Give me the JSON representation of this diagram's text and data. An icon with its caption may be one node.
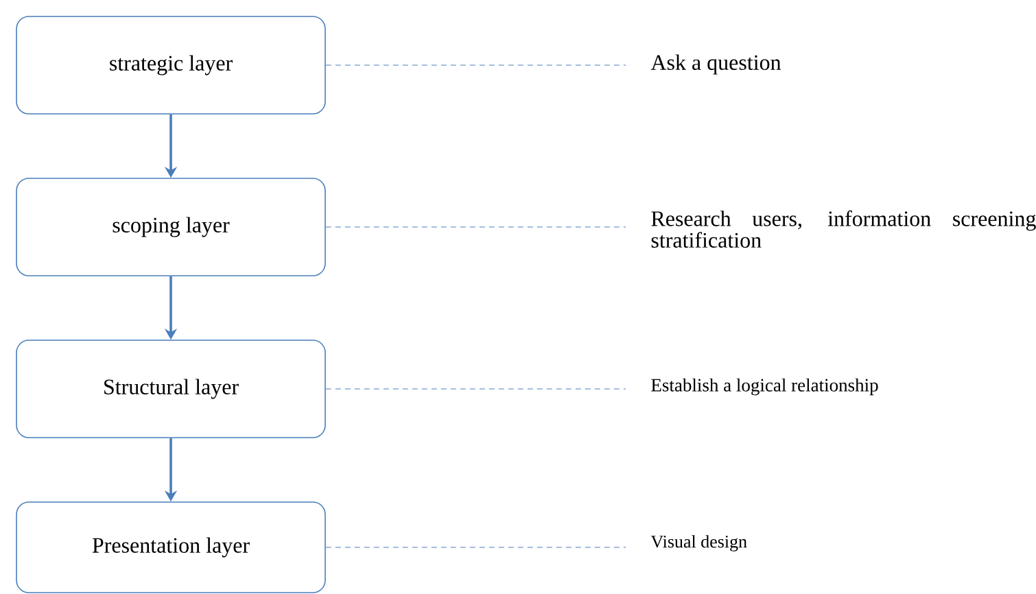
{
  "diagram": {
    "nodes": [
      {
        "text": [
          "strategic layer"
        ]
      },
      {
        "text": [
          "scoping layer"
        ]
      },
      {
        "text": [
          "Structural layer"
        ]
      },
      {
        "text": [
          "Presentation layer"
        ]
      },
      {
        "text": [
          "Ask a question"
        ]
      },
      {
        "text": [
          "Research users, information screening stratification"
        ]
      },
      {
        "text": [
          "Establish a logical relationship"
        ]
      },
      {
        "text": [
          "Visual design"
        ]
      }
    ],
    "edges": [
      {
        "from": 0,
        "to": 1,
        "arrow": "to"
      },
      {
        "from": 1,
        "to": 2,
        "arrow": "to"
      },
      {
        "from": 2,
        "to": 3,
        "arrow": "to"
      },
      {
        "from": 0,
        "to": 4,
        "arrow": "none",
        "style": "dashed"
      },
      {
        "from": 1,
        "to": 5,
        "arrow": "none",
        "style": "dashed"
      },
      {
        "from": 2,
        "to": 6,
        "arrow": "none",
        "style": "dashed"
      },
      {
        "from": 3,
        "to": 7,
        "arrow": "none",
        "style": "dashed"
      }
    ]
  }
}
